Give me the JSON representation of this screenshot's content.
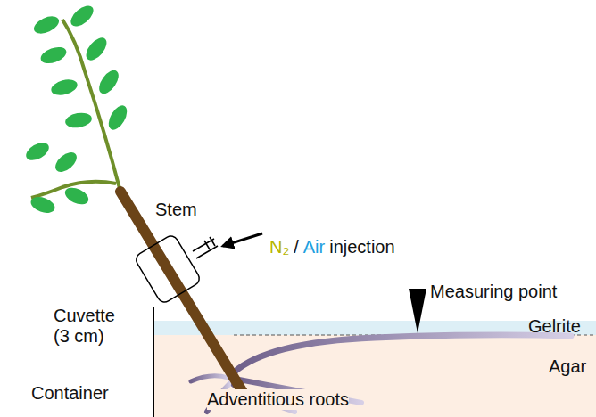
{
  "diagram": {
    "labels": [
      "Stem",
      "N₂",
      "/",
      "Air",
      "injection",
      "Cuvette (3 cm)",
      "Measuring point",
      "Gelrite",
      "Agar",
      "Container",
      "Adventitious roots"
    ]
  }
}
